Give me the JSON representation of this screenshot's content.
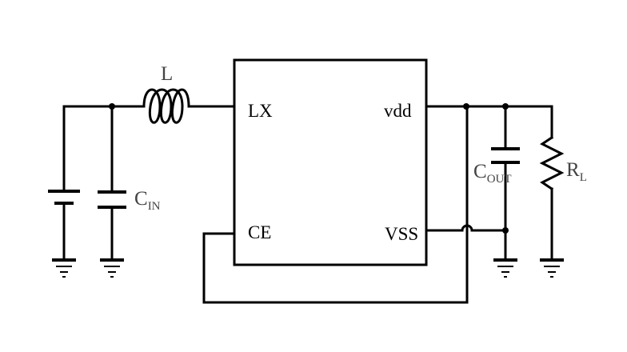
{
  "ic": {
    "pins": {
      "lx": "LX",
      "vdd": "vdd",
      "ce": "CE",
      "vss": "VSS"
    }
  },
  "components": {
    "inductor": {
      "label": "L"
    },
    "cin": {
      "main": "C",
      "sub": "IN"
    },
    "cout": {
      "main": "C",
      "sub": "OUT"
    },
    "rl": {
      "main": "R",
      "sub": "L"
    }
  }
}
